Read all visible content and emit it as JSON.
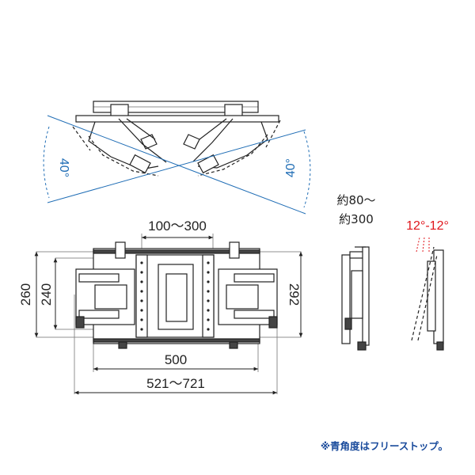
{
  "top_view": {
    "angle_left": "40°",
    "angle_right": "40°"
  },
  "front_view": {
    "dim_top": "100～300",
    "dim_left_outer": "260",
    "dim_left_inner": "240",
    "dim_right": "292",
    "dim_bottom_inner": "500",
    "dim_bottom_outer": "521～721"
  },
  "side_view": {
    "depth_line1": "約80～",
    "depth_line2": "約300",
    "tilt_label": "12°-12°"
  },
  "footnote": "※青角度はフリーストップ。",
  "colors": {
    "blue_angle": "#1f6db5",
    "red_angle": "#e0151b",
    "note_blue": "#1a4b9c",
    "line": "#222222"
  }
}
